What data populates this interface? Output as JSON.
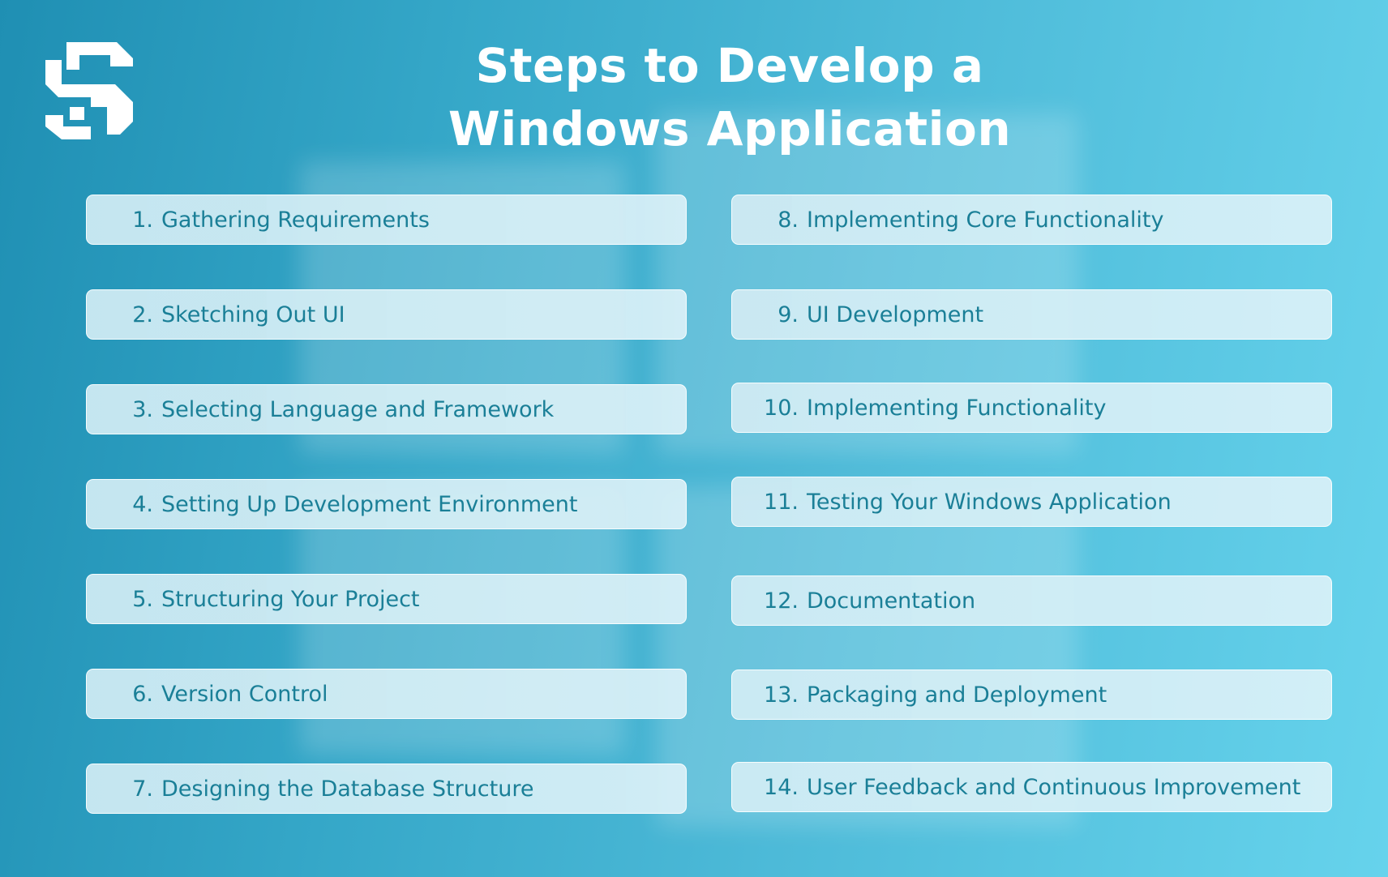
{
  "title": {
    "line1": "Steps to Develop a",
    "line2": "Windows Application"
  },
  "logo": {
    "icon": "s-logo-icon"
  },
  "steps_left": [
    {
      "num": "1.",
      "label": "Gathering Requirements"
    },
    {
      "num": "2.",
      "label": "Sketching Out UI"
    },
    {
      "num": "3.",
      "label": "Selecting Language and Framework"
    },
    {
      "num": "4.",
      "label": "Setting Up Development Environment"
    },
    {
      "num": "5.",
      "label": "Structuring Your Project"
    },
    {
      "num": "6.",
      "label": "Version Control"
    },
    {
      "num": "7.",
      "label": "Designing the Database Structure"
    }
  ],
  "steps_right": [
    {
      "num": "8.",
      "label": "Implementing Core Functionality"
    },
    {
      "num": "9.",
      "label": "UI Development"
    },
    {
      "num": "10.",
      "label": "Implementing Functionality"
    },
    {
      "num": "11.",
      "label": "Testing Your Windows Application"
    },
    {
      "num": "12.",
      "label": "Documentation"
    },
    {
      "num": "13.",
      "label": "Packaging and Deployment"
    },
    {
      "num": "14.",
      "label": "User Feedback and Continuous Improvement"
    }
  ],
  "colors": {
    "background_start": "#1f8fb3",
    "background_end": "#66d3ec",
    "title": "#ffffff",
    "step_text": "#1a7f97",
    "step_fill": "#d8eff6"
  }
}
